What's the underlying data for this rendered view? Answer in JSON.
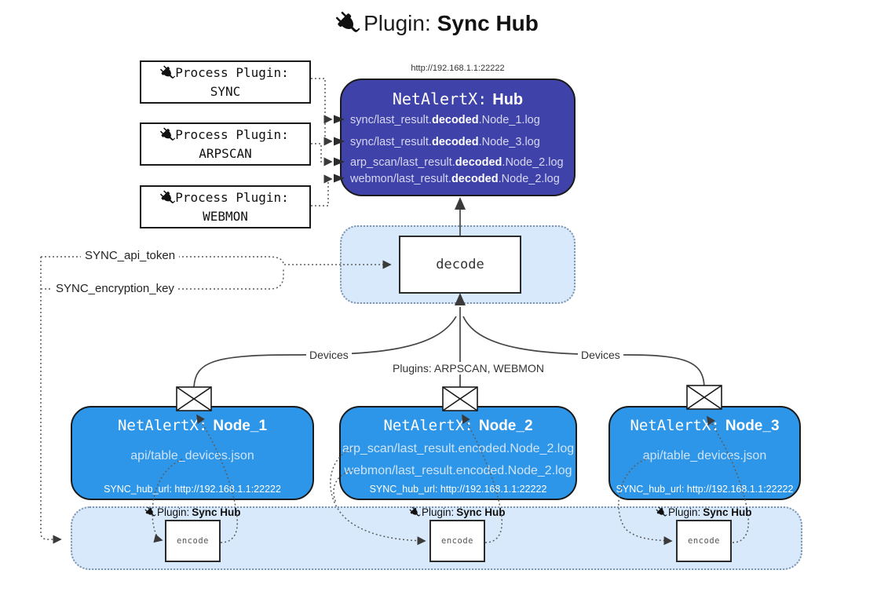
{
  "title": {
    "prefix": "Plugin:",
    "name": "Sync Hub"
  },
  "process_plugins": [
    {
      "line1": "Process Plugin:",
      "name": "SYNC"
    },
    {
      "line1": "Process Plugin:",
      "name": "ARPSCAN"
    },
    {
      "line1": "Process Plugin:",
      "name": "WEBMON"
    }
  ],
  "hub": {
    "url": "http://192.168.1.1:22222",
    "title_prefix": "NetAlertX:",
    "title_name": "Hub",
    "logs": [
      {
        "pre": "sync/last_result.",
        "bold": "decoded",
        "post": ".Node_1.log"
      },
      {
        "pre": "sync/last_result.",
        "bold": "decoded",
        "post": ".Node_3.log"
      },
      {
        "pre": "arp_scan/last_result.",
        "bold": "decoded",
        "post": ".Node_2.log"
      },
      {
        "pre": "webmon/last_result.",
        "bold": "decoded",
        "post": ".Node_2.log"
      }
    ]
  },
  "decode_label": "decode",
  "settings": {
    "api_token": "SYNC_api_token",
    "encryption_key": "SYNC_encryption_key"
  },
  "edge_labels": {
    "devices_left": "Devices",
    "plugins_middle": "Plugins: ARPSCAN, WEBMON",
    "devices_right": "Devices"
  },
  "nodes": [
    {
      "title_prefix": "NetAlertX:",
      "name": "Node_1",
      "files": [
        "api/table_devices.json"
      ],
      "hub_url": "SYNC_hub_url: http://192.168.1.1:22222"
    },
    {
      "title_prefix": "NetAlertX:",
      "name": "Node_2",
      "files": [
        "arp_scan/last_result.encoded.Node_2.log",
        "webmon/last_result.encoded.Node_2.log"
      ],
      "hub_url": "SYNC_hub_url: http://192.168.1.1:22222"
    },
    {
      "title_prefix": "NetAlertX:",
      "name": "Node_3",
      "files": [
        "api/table_devices.json"
      ],
      "hub_url": "SYNC_hub_url: http://192.168.1.1:22222"
    }
  ],
  "encoders": [
    {
      "plugin_prefix": "Plugin:",
      "plugin_name": "Sync Hub",
      "label": "encode"
    },
    {
      "plugin_prefix": "Plugin:",
      "plugin_name": "Sync Hub",
      "label": "encode"
    },
    {
      "plugin_prefix": "Plugin:",
      "plugin_name": "Sync Hub",
      "label": "encode"
    }
  ],
  "colors": {
    "hub_fill": "#3f42a8",
    "node_fill": "#2d96e8",
    "panel_fill": "#d8e9fb",
    "hub_log_text": "#d7d7f3",
    "node_file_text": "#cfe4f8"
  }
}
